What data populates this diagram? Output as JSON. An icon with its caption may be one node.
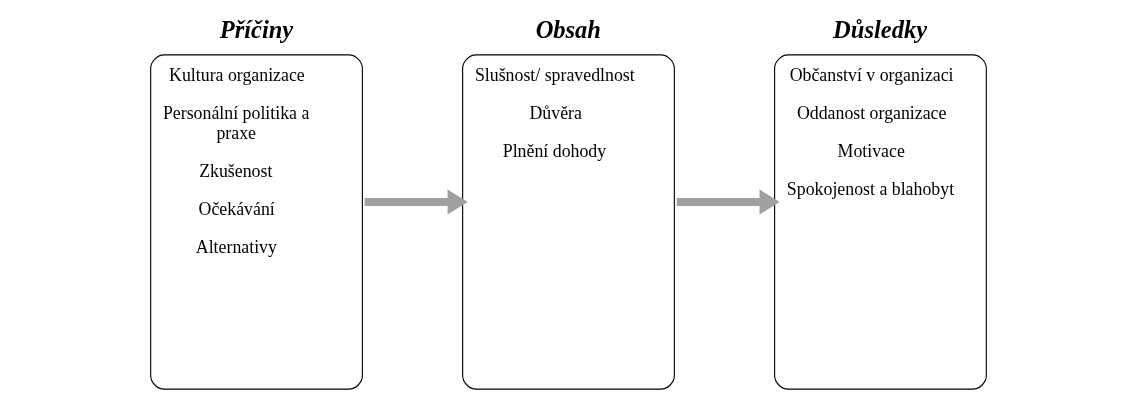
{
  "diagram": {
    "nodes": [
      {
        "text": [
          "Příčiny",
          "Kultura organizace",
          "Personální politika a praxe",
          "Zkušenost",
          "Očekávání",
          "Alternativy"
        ]
      },
      {
        "text": [
          "Obsah",
          "Slušnost/ spravedlnost",
          "Důvěra",
          "Plnění dohody"
        ]
      },
      {
        "text": [
          "Důsledky",
          "Občanství v organizaci",
          "Oddanost organizace",
          "Motivace",
          "Spokojenost a blahobyt"
        ]
      }
    ],
    "edges": [
      {
        "from": 0,
        "to": 1,
        "arrow": "to"
      },
      {
        "from": 1,
        "to": 2,
        "arrow": "to"
      }
    ]
  }
}
